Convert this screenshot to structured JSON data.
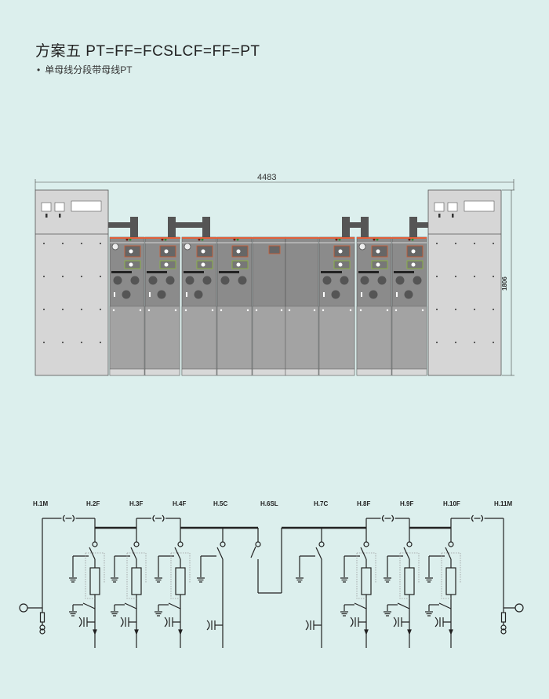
{
  "header": {
    "title": "方案五  PT=FF=FCSLCF=FF=PT",
    "subtitle_bullet": "•",
    "subtitle": "单母线分段带母线PT"
  },
  "elevation": {
    "width_dimension": "4483",
    "height_dimension": "1806"
  },
  "schematic": {
    "labels": [
      "H.1M",
      "H.2F",
      "H.3F",
      "H.4F",
      "H.5C",
      "H.6SL",
      "H.7C",
      "H.8F",
      "H.9F",
      "H.10F",
      "H.11M"
    ]
  },
  "colors": {
    "background": "#dcefed",
    "cabinet": "#d4d4d4",
    "unit": "#8a8a8a",
    "accent": "#e0603a"
  }
}
